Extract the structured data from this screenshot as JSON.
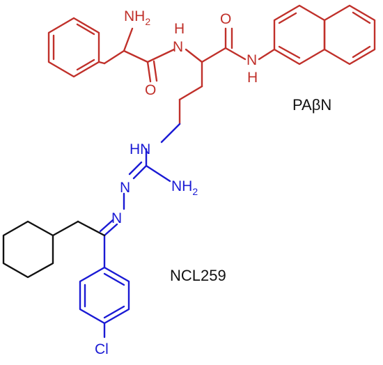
{
  "colors": {
    "red_fragment": "#c0302a",
    "blue_fragment": "#1a1ad4",
    "black_fragment": "#111111",
    "background": "#ffffff"
  },
  "labels": {
    "compound_1": "PAβN",
    "compound_2": "NCL259"
  },
  "atoms": {
    "amine_n": "NH",
    "amine_sub": "2",
    "amide_nh_top": "H",
    "amide_n_top": "N",
    "carbonyl_o_right": "O",
    "carbonyl_o_left": "O",
    "amide_n_naph": "N",
    "amide_h_naph": "H",
    "guan_hn": "HN",
    "guan_nh2": "NH",
    "guan_nh2_sub": "2",
    "hydrazone_n1": "N",
    "hydrazone_n2": "N",
    "chloro": "Cl"
  }
}
